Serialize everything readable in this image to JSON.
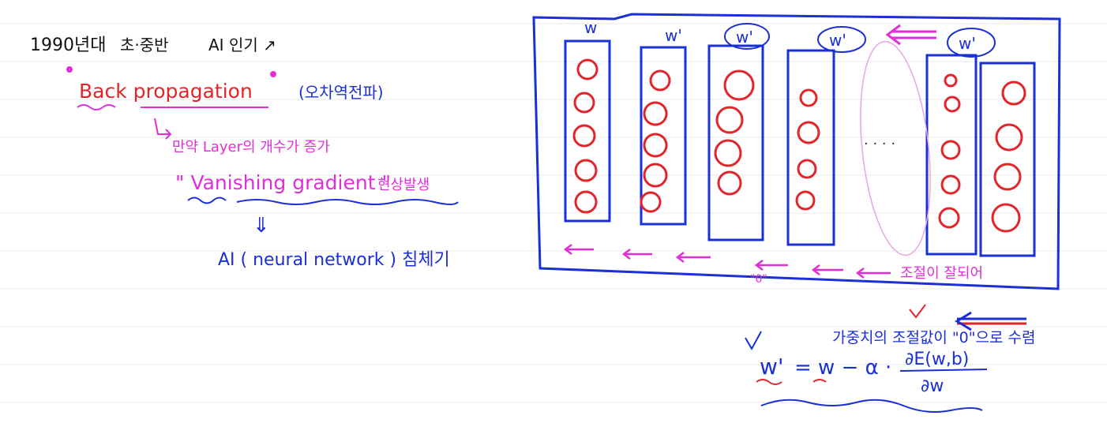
{
  "notes": {
    "line1": {
      "year": "1990년대",
      "middle": "초·중반",
      "tail": "AI 인기 ↗"
    },
    "line2": {
      "term": "Back propagation",
      "paren": "(오차역전파)"
    },
    "line3": "만약 Layer의 개수가 증가",
    "line4": {
      "term": "\" Vanishing gradient \"",
      "suffix": "현상발생"
    },
    "arrow_down": "⇓",
    "line5": "AI ( neural network ) 침체기"
  },
  "diagram": {
    "weights": [
      "w",
      "w'",
      "w'",
      "w'",
      "w'"
    ],
    "dots": "· · · ·",
    "adjust_label": "조절이 잘되어",
    "zero_label": "\"0\"",
    "caption": "가중치의 조절값이 \"0\"으로 수렴",
    "formula": {
      "lhs": "w'",
      "rhs": "= w − α ·",
      "numerator": "∂E(w,b)",
      "denominator": "∂w"
    }
  },
  "colors": {
    "blue": "#1a2fd6",
    "red": "#e0262a",
    "magenta": "#e02fd6",
    "pink_ellipse": "#e9a4e6",
    "ruling": "#e6e6e6"
  }
}
